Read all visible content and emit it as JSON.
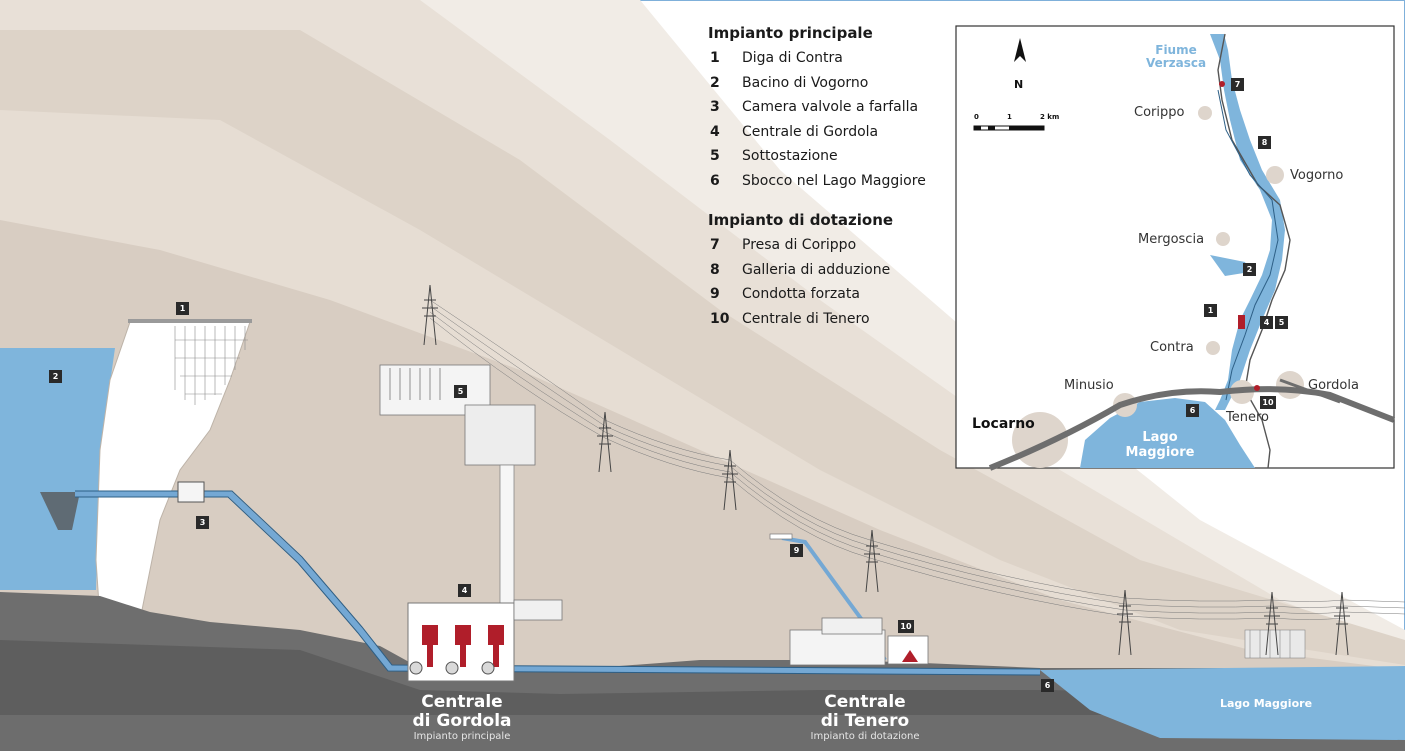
{
  "legend": {
    "main": {
      "title": "Impianto principale",
      "items": [
        {
          "num": "1",
          "label": "Diga di Contra"
        },
        {
          "num": "2",
          "label": "Bacino di Vogorno"
        },
        {
          "num": "3",
          "label": "Camera valvole a farfalla"
        },
        {
          "num": "4",
          "label": "Centrale di Gordola"
        },
        {
          "num": "5",
          "label": "Sottostazione"
        },
        {
          "num": "6",
          "label": "Sbocco nel Lago Maggiore"
        }
      ]
    },
    "secondary": {
      "title": "Impianto di dotazione",
      "items": [
        {
          "num": "7",
          "label": "Presa di Corippo"
        },
        {
          "num": "8",
          "label": "Galleria di adduzione"
        },
        {
          "num": "9",
          "label": "Condotta forzata"
        },
        {
          "num": "10",
          "label": "Centrale di Tenero"
        }
      ]
    }
  },
  "badges": {
    "b1": "1",
    "b2": "2",
    "b3": "3",
    "b4": "4",
    "b5": "5",
    "b6": "6",
    "b9": "9",
    "b10": "10"
  },
  "stations": {
    "gordola": {
      "name_line1": "Centrale",
      "name_line2": "di Gordola",
      "subtitle": "Impianto principale"
    },
    "tenero": {
      "name_line1": "Centrale",
      "name_line2": "di Tenero",
      "subtitle": "Impianto di dotazione"
    }
  },
  "lake_label": "Lago Maggiore",
  "map": {
    "north": "N",
    "scale": {
      "t0": "0",
      "t1": "1",
      "t2": "2 km"
    },
    "river_line1": "Fiume",
    "river_line2": "Verzasca",
    "lake_line1": "Lago",
    "lake_line2": "Maggiore",
    "places": {
      "corippo": "Corippo",
      "vogorno": "Vogorno",
      "mergoscia": "Mergoscia",
      "contra": "Contra",
      "minusio": "Minusio",
      "gordola": "Gordola",
      "locarno": "Locarno",
      "tenero": "Tenero"
    },
    "badges": {
      "m7": "7",
      "m8": "8",
      "m2": "2",
      "m1": "1",
      "m4": "4",
      "m5": "5",
      "m6": "6",
      "m10": "10"
    }
  },
  "colors": {
    "water": "#7fb5dc",
    "ground": "#6e6e6e",
    "mountain": "#ddd3c8",
    "dam": "#ffffff",
    "turbine": "#b01e2a",
    "pipe": "#74a8d4"
  }
}
